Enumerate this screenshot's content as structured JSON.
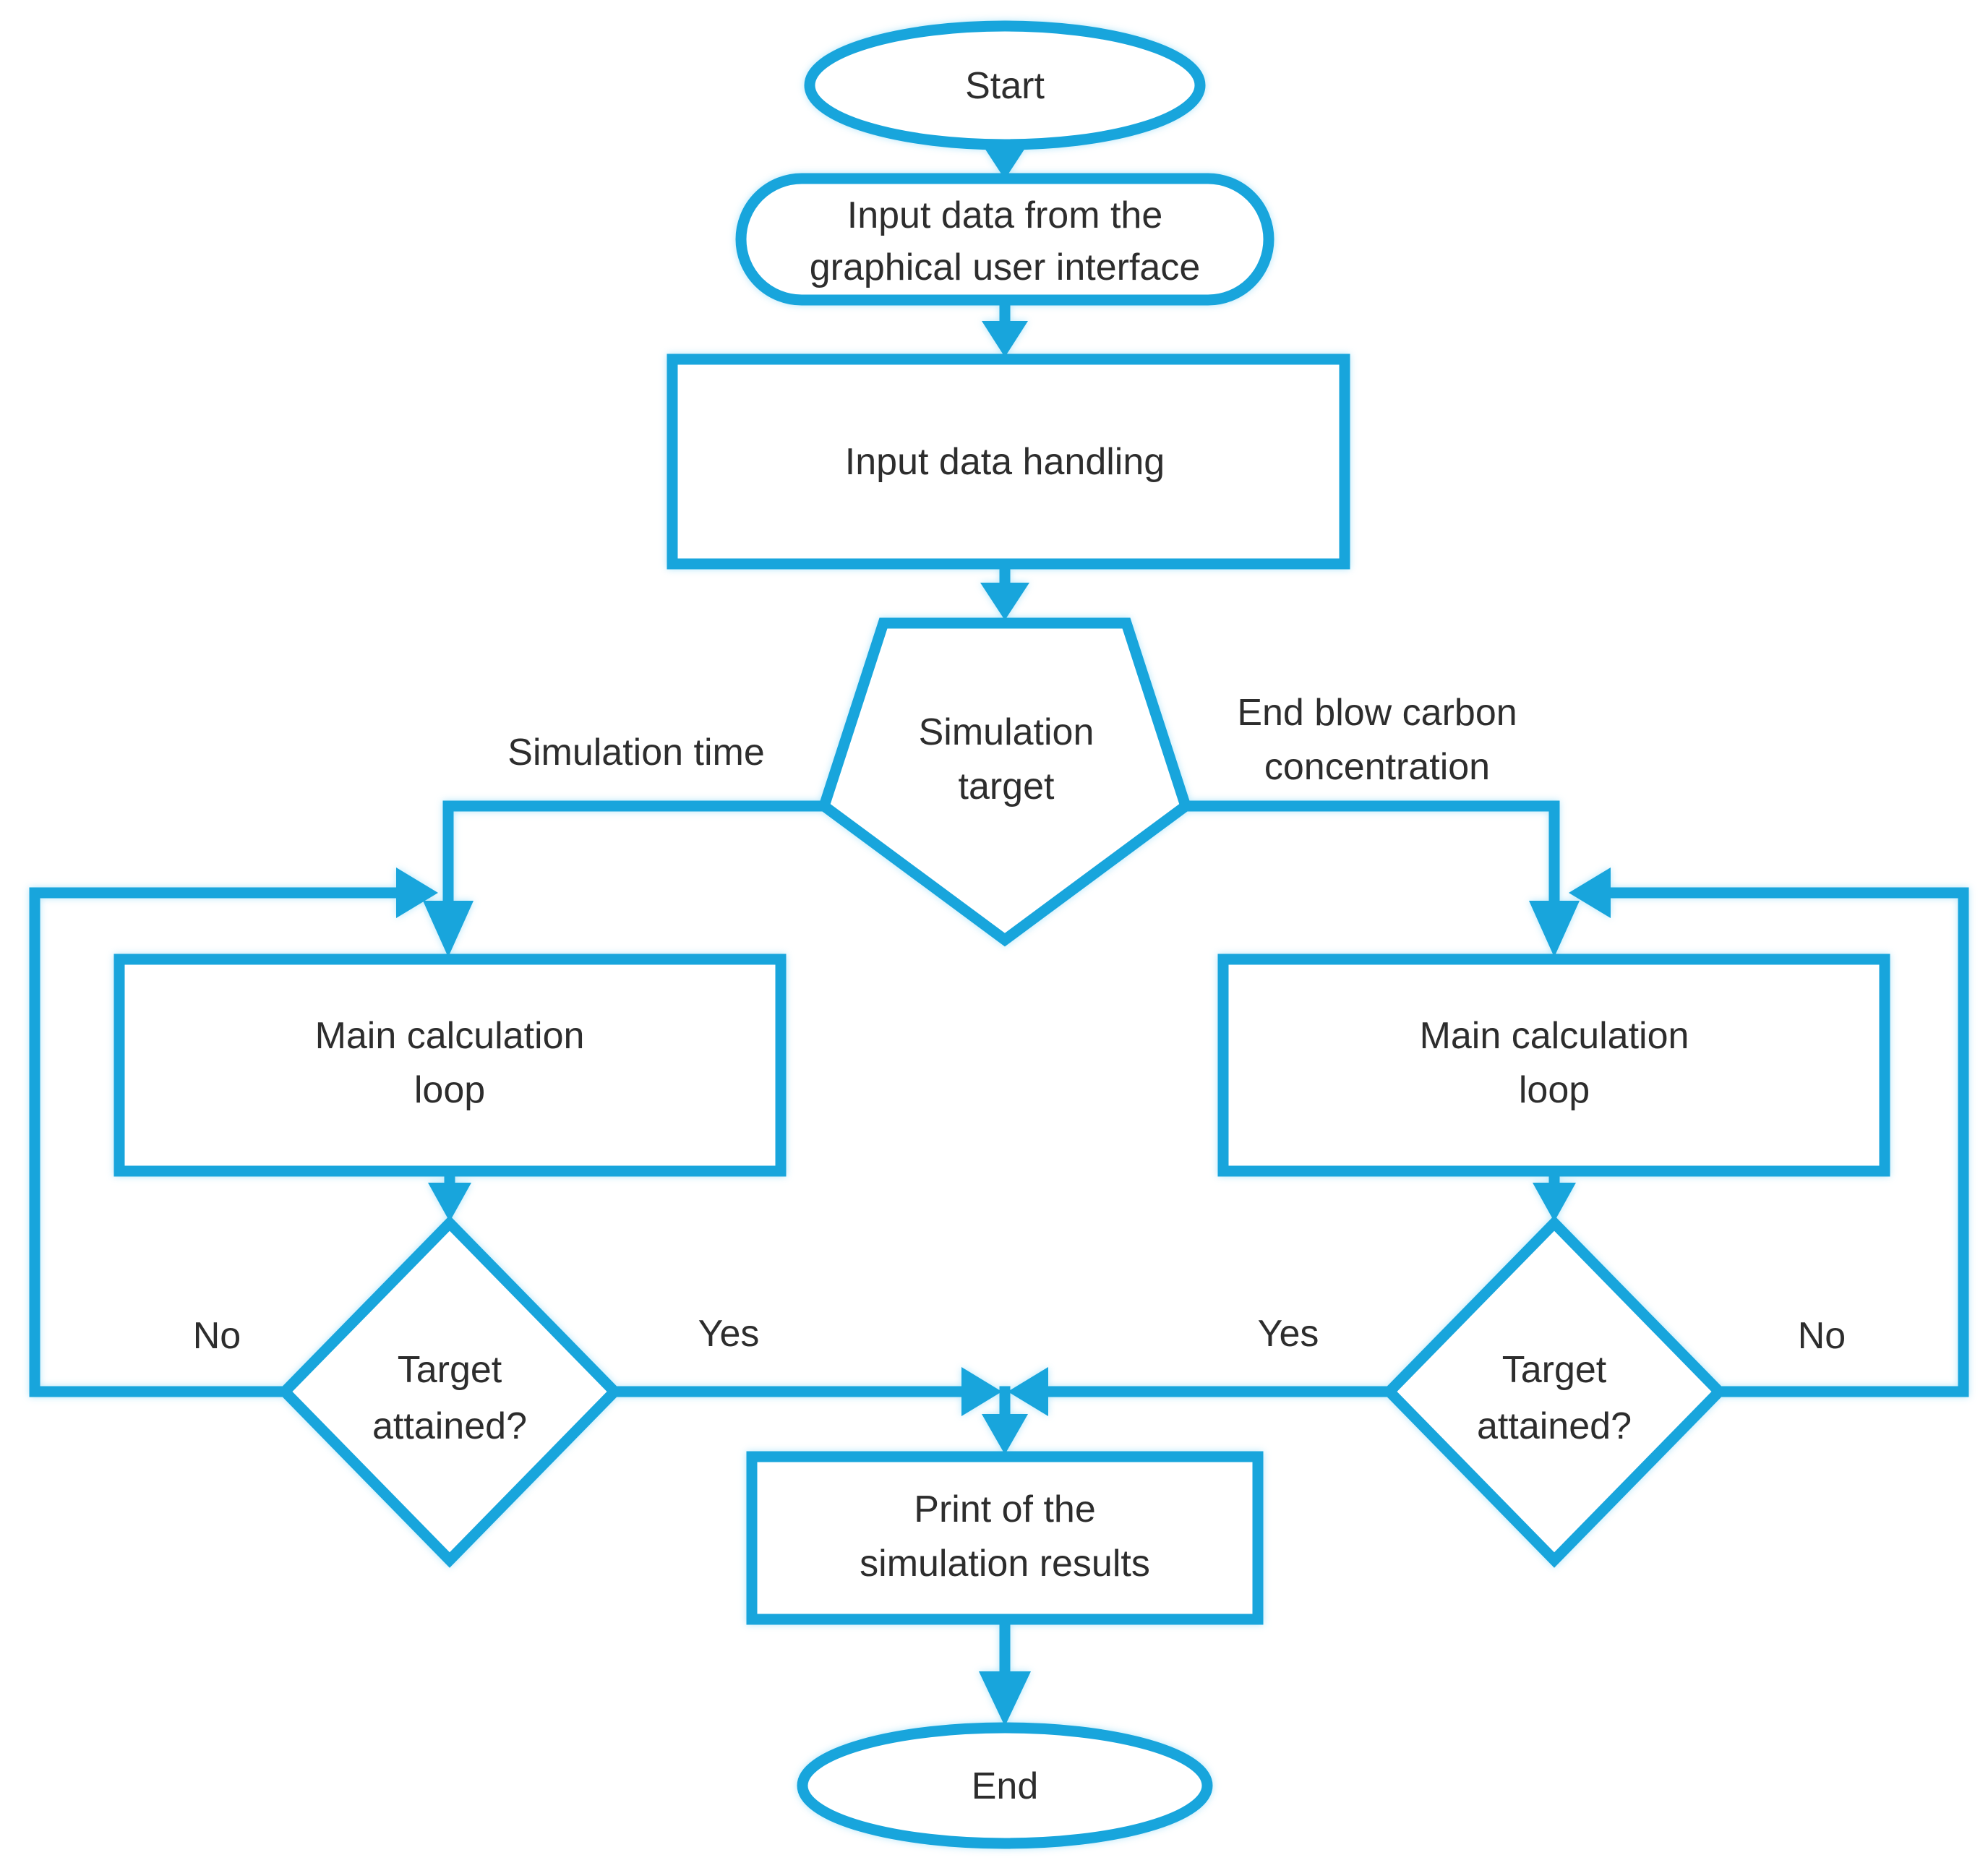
{
  "colors": {
    "line": "#18A5DC",
    "text": "#2D2D2D",
    "background": "#FFFFFF"
  },
  "nodes": {
    "start": {
      "type": "terminator",
      "label": "Start"
    },
    "input_gui": {
      "type": "process-rounded",
      "line1": "Input data from the",
      "line2": "graphical user interface"
    },
    "input_handling": {
      "type": "process",
      "label": "Input data handling"
    },
    "simulation_target": {
      "type": "branch-pentagon",
      "line1": "Simulation",
      "line2": "target"
    },
    "main_loop_left": {
      "type": "process",
      "line1": "Main calculation",
      "line2": "loop"
    },
    "main_loop_right": {
      "type": "process",
      "line1": "Main calculation",
      "line2": "loop"
    },
    "target_attained_left": {
      "type": "decision",
      "line1": "Target",
      "line2": "attained?"
    },
    "target_attained_right": {
      "type": "decision",
      "line1": "Target",
      "line2": "attained?"
    },
    "print_results": {
      "type": "process",
      "line1": "Print of the",
      "line2": "simulation results"
    },
    "end": {
      "type": "terminator",
      "label": "End"
    }
  },
  "edge_labels": {
    "left_branch": "Simulation time",
    "right_branch_line1": "End blow carbon",
    "right_branch_line2": "concentration",
    "left_no": "No",
    "left_yes": "Yes",
    "right_yes": "Yes",
    "right_no": "No"
  }
}
